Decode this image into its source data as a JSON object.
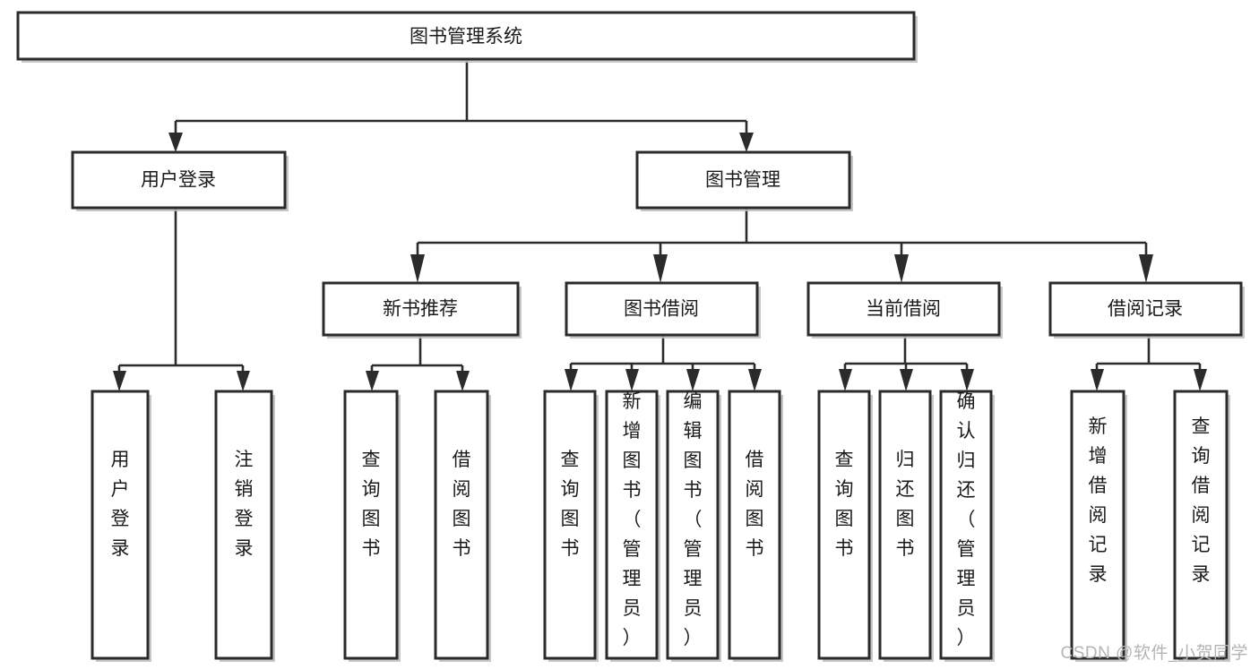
{
  "diagram": {
    "title_node": {
      "label": "图书管理系统"
    },
    "level2": [
      {
        "id": "user-login",
        "label": "用户登录"
      },
      {
        "id": "book-management",
        "label": "图书管理"
      }
    ],
    "level3": [
      {
        "id": "new-book-recommend",
        "label": "新书推荐"
      },
      {
        "id": "book-borrow",
        "label": "图书借阅"
      },
      {
        "id": "current-borrow",
        "label": "当前借阅"
      },
      {
        "id": "borrow-record",
        "label": "借阅记录"
      }
    ],
    "leaves": {
      "user_login": [
        {
          "id": "leaf-user-login",
          "label": "用户登录"
        },
        {
          "id": "leaf-logout-login",
          "label": "注销登录"
        }
      ],
      "new_book_recommend": [
        {
          "id": "leaf-query-book-1",
          "label": "查询图书"
        },
        {
          "id": "leaf-borrow-book-1",
          "label": "借阅图书"
        }
      ],
      "book_borrow": [
        {
          "id": "leaf-query-book-2",
          "label": "查询图书"
        },
        {
          "id": "leaf-add-book",
          "label": "新增图书（管理员）"
        },
        {
          "id": "leaf-edit-book",
          "label": "编辑图书（管理员）"
        },
        {
          "id": "leaf-borrow-book-2",
          "label": "借阅图书"
        }
      ],
      "current_borrow": [
        {
          "id": "leaf-query-book-3",
          "label": "查询图书"
        },
        {
          "id": "leaf-return-book",
          "label": "归还图书"
        },
        {
          "id": "leaf-confirm-return",
          "label": "确认归还（管理员）"
        }
      ],
      "borrow_record": [
        {
          "id": "leaf-add-record",
          "label": "新增借阅记录"
        },
        {
          "id": "leaf-query-record",
          "label": "查询借阅记录"
        }
      ]
    }
  },
  "watermark": {
    "text": "CSDN @软件_小贺同学"
  }
}
